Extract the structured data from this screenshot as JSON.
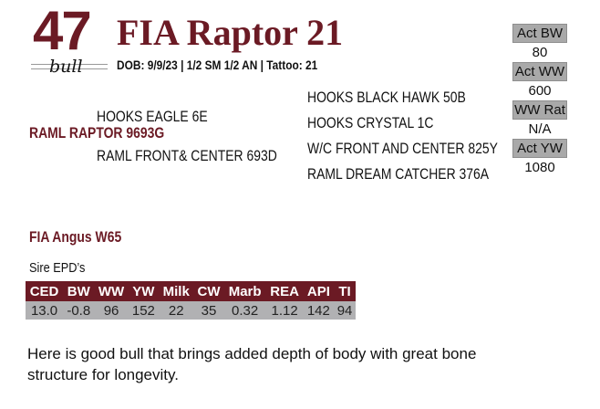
{
  "header": {
    "lot_number": "47",
    "lot_kind": "bull",
    "animal_name": "FIA Raptor 21",
    "subline": "DOB: 9/9/23  |  1/2 SM 1/2 AN  |  Tattoo: 21"
  },
  "pedigree": {
    "sire_sire": "HOOKS EAGLE 6E",
    "sire": "RAML RAPTOR 9693G",
    "sire_dam": "RAML FRONT& CENTER 693D",
    "dam_side": [
      "HOOKS BLACK HAWK 50B",
      "HOOKS CRYSTAL 1C",
      "W/C FRONT AND CENTER 825Y",
      "RAML DREAM CATCHER 376A"
    ]
  },
  "stats": [
    {
      "label": "Act BW",
      "value": "80"
    },
    {
      "label": "Act WW",
      "value": "600"
    },
    {
      "label": "WW Rat",
      "value": "N/A"
    },
    {
      "label": "Act YW",
      "value": "1080"
    }
  ],
  "dam": {
    "name": "FIA Angus W65"
  },
  "epd": {
    "label": "Sire EPD’s",
    "headers": [
      "CED",
      "BW",
      "WW",
      "YW",
      "Milk",
      "CW",
      "Marb",
      "REA",
      "API",
      "TI"
    ],
    "values": [
      "13.0",
      "-0.8",
      "96",
      "152",
      "22",
      "35",
      "0.32",
      "1.12",
      "142",
      "94"
    ]
  },
  "description": "Here is good bull that brings added depth of body with great bone structure for longevity.",
  "colors": {
    "accent": "#6b1a24",
    "stat_bg": "#a9a9a9",
    "epd_row_bg": "#b1b1b3"
  }
}
